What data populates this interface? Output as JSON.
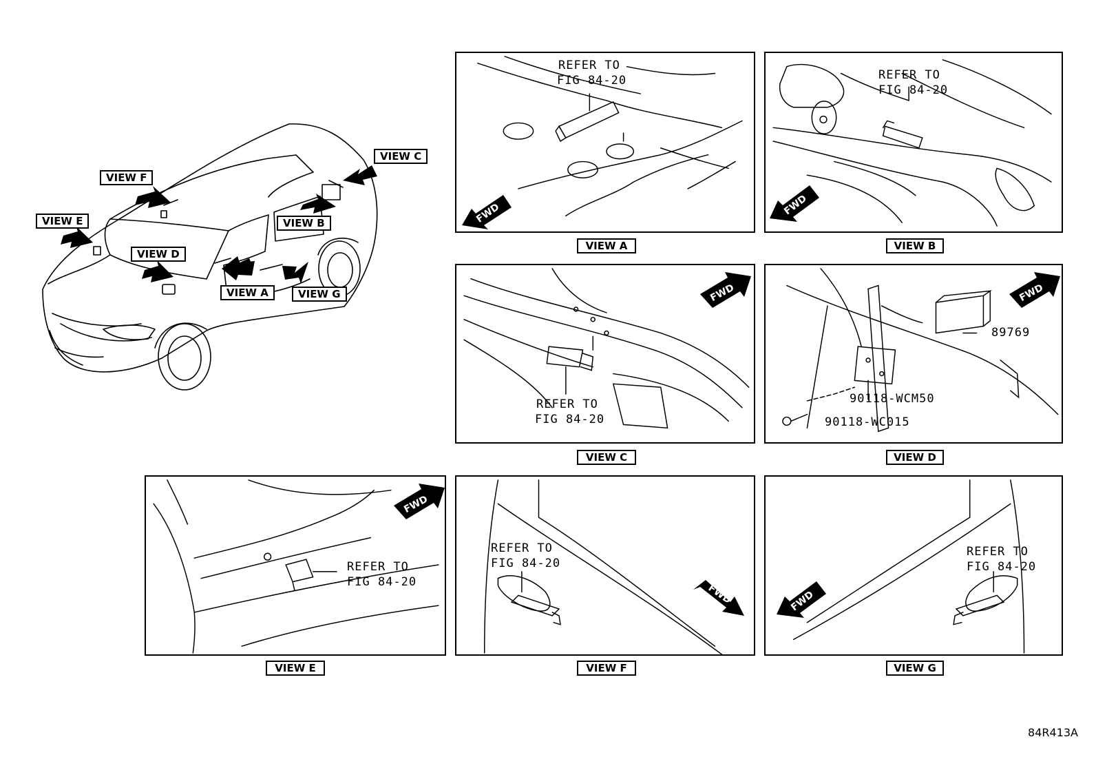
{
  "overview": {
    "callouts": {
      "view_a": "VIEW A",
      "view_b": "VIEW B",
      "view_c": "VIEW C",
      "view_d": "VIEW D",
      "view_e": "VIEW E",
      "view_f": "VIEW F",
      "view_g": "VIEW G"
    }
  },
  "panels": {
    "a": {
      "label": "VIEW A",
      "refer_line1": "REFER TO",
      "refer_line2": "FIG 84-20",
      "fwd": "FWD"
    },
    "b": {
      "label": "VIEW B",
      "refer_line1": "REFER TO",
      "refer_line2": "FIG 84-20",
      "fwd": "FWD"
    },
    "c": {
      "label": "VIEW C",
      "refer_line1": "REFER TO",
      "refer_line2": "FIG 84-20",
      "fwd": "FWD"
    },
    "d": {
      "label": "VIEW D",
      "part_module": "89769",
      "part_bracket_bolt": "90118-WCM50",
      "part_bolt": "90118-WC015",
      "fwd": "FWD"
    },
    "e": {
      "label": "VIEW E",
      "refer_line1": "REFER TO",
      "refer_line2": "FIG 84-20",
      "fwd": "FWD"
    },
    "f": {
      "label": "VIEW F",
      "refer_line1": "REFER TO",
      "refer_line2": "FIG 84-20",
      "fwd": "FWD"
    },
    "g": {
      "label": "VIEW G",
      "refer_line1": "REFER TO",
      "refer_line2": "FIG 84-20",
      "fwd": "FWD"
    }
  },
  "figure_code": "84R413A"
}
